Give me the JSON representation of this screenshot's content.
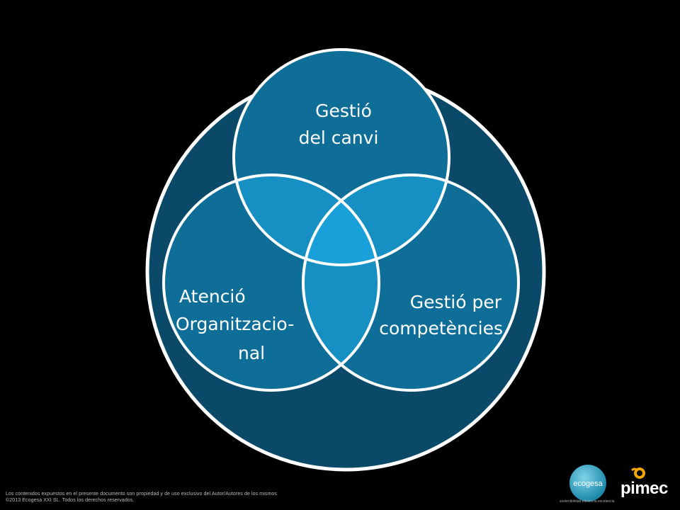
{
  "diagram": {
    "circles": [
      {
        "id": "top",
        "label_lines": [
          "Gestió",
          "del canvi"
        ]
      },
      {
        "id": "left",
        "label_lines": [
          "Atenció",
          "Organitzacio-",
          "nal"
        ]
      },
      {
        "id": "right",
        "label_lines": [
          "Gestió per",
          "competències"
        ]
      }
    ]
  },
  "footer": {
    "line1": "Los contenidos expuestos en el presente documento son propiedad y de uso exclusivo del Autor/Autores de los mismos",
    "line2": "©2013 Ecogesa XXI SL. Todos los derechos reservados."
  },
  "logos": {
    "ecogesa": "ecogesa",
    "ecogesa_tagline": "sostenibilidad eficiencia excelencia",
    "pimec": "pimec"
  },
  "colors": {
    "background": "#000000",
    "outer_circle": "#0a4a68",
    "circle_fill": "#0e6e97",
    "pair_overlap": "#1690c3",
    "center_overlap": "#19a0d8",
    "stroke": "#ffffff",
    "pimec_accent": "#f2a500"
  }
}
